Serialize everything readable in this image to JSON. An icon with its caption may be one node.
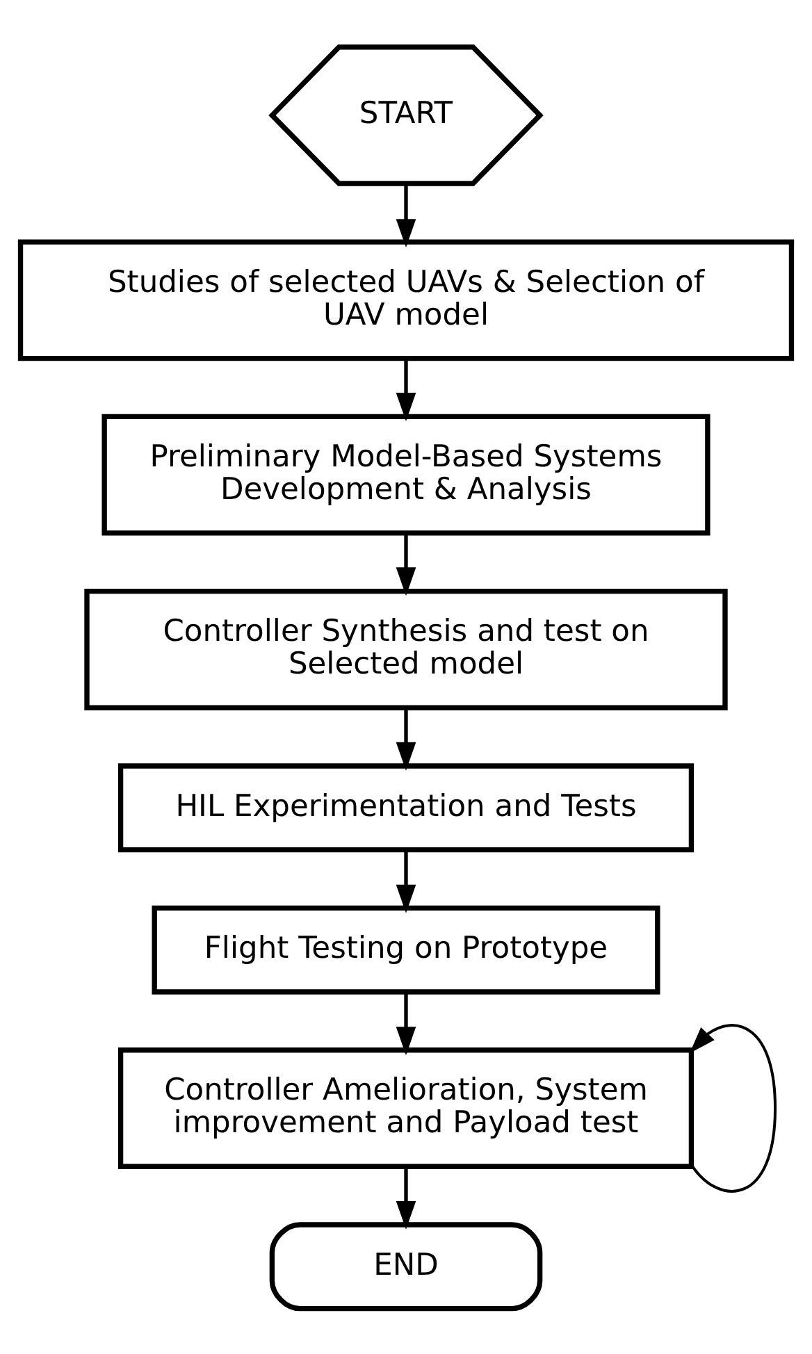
{
  "diagram": {
    "nodes": [
      {
        "text": [
          "START"
        ]
      },
      {
        "text": [
          "Studies of selected UAVs & Selection of UAV model"
        ]
      },
      {
        "text": [
          "Preliminary Model-Based Systems Development & Analysis"
        ]
      },
      {
        "text": [
          "Controller Synthesis and test on Selected model"
        ]
      },
      {
        "text": [
          "HIL Experimentation and Tests"
        ]
      },
      {
        "text": [
          "Flight Testing on Prototype"
        ]
      },
      {
        "text": [
          "Controller Amelioration, System improvement and Payload test"
        ]
      },
      {
        "text": [
          "END"
        ]
      }
    ],
    "edges": [
      {
        "from": 0,
        "to": 1,
        "arrow": "to"
      },
      {
        "from": 1,
        "to": 2,
        "arrow": "to"
      },
      {
        "from": 2,
        "to": 3,
        "arrow": "to"
      },
      {
        "from": 3,
        "to": 4,
        "arrow": "to"
      },
      {
        "from": 4,
        "to": 5,
        "arrow": "to"
      },
      {
        "from": 5,
        "to": 6,
        "arrow": "to"
      },
      {
        "from": 6,
        "to": 7,
        "arrow": "to"
      },
      {
        "from": 6,
        "to": 6,
        "arrow": "to"
      }
    ]
  }
}
